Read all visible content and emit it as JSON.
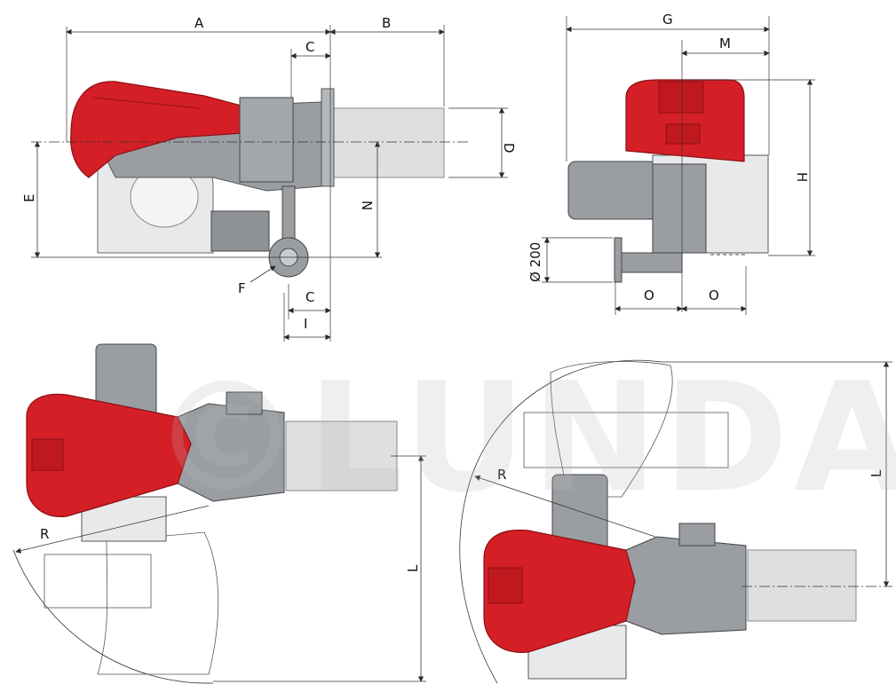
{
  "watermark": "©LUNDA",
  "colors": {
    "housing_red": "#d51f26",
    "red_dark": "#a8141a",
    "metal_gray": "#9a9ea3",
    "blast_tube": "#dedfe1",
    "line": "#2b2b2b"
  },
  "side_view": {
    "labels": {
      "A": "A",
      "B": "B",
      "C_top": "C",
      "C_bottom": "C",
      "D": "D",
      "E": "E",
      "N": "N",
      "F": "F",
      "I": "I"
    }
  },
  "front_view": {
    "labels": {
      "G": "G",
      "M": "M",
      "H": "H",
      "diameter": "Ø 200",
      "O_left": "O",
      "O_right": "O"
    }
  },
  "plan_view_left": {
    "labels": {
      "R": "R",
      "L": "L"
    }
  },
  "plan_view_right": {
    "labels": {
      "R": "R",
      "L": "L"
    }
  }
}
